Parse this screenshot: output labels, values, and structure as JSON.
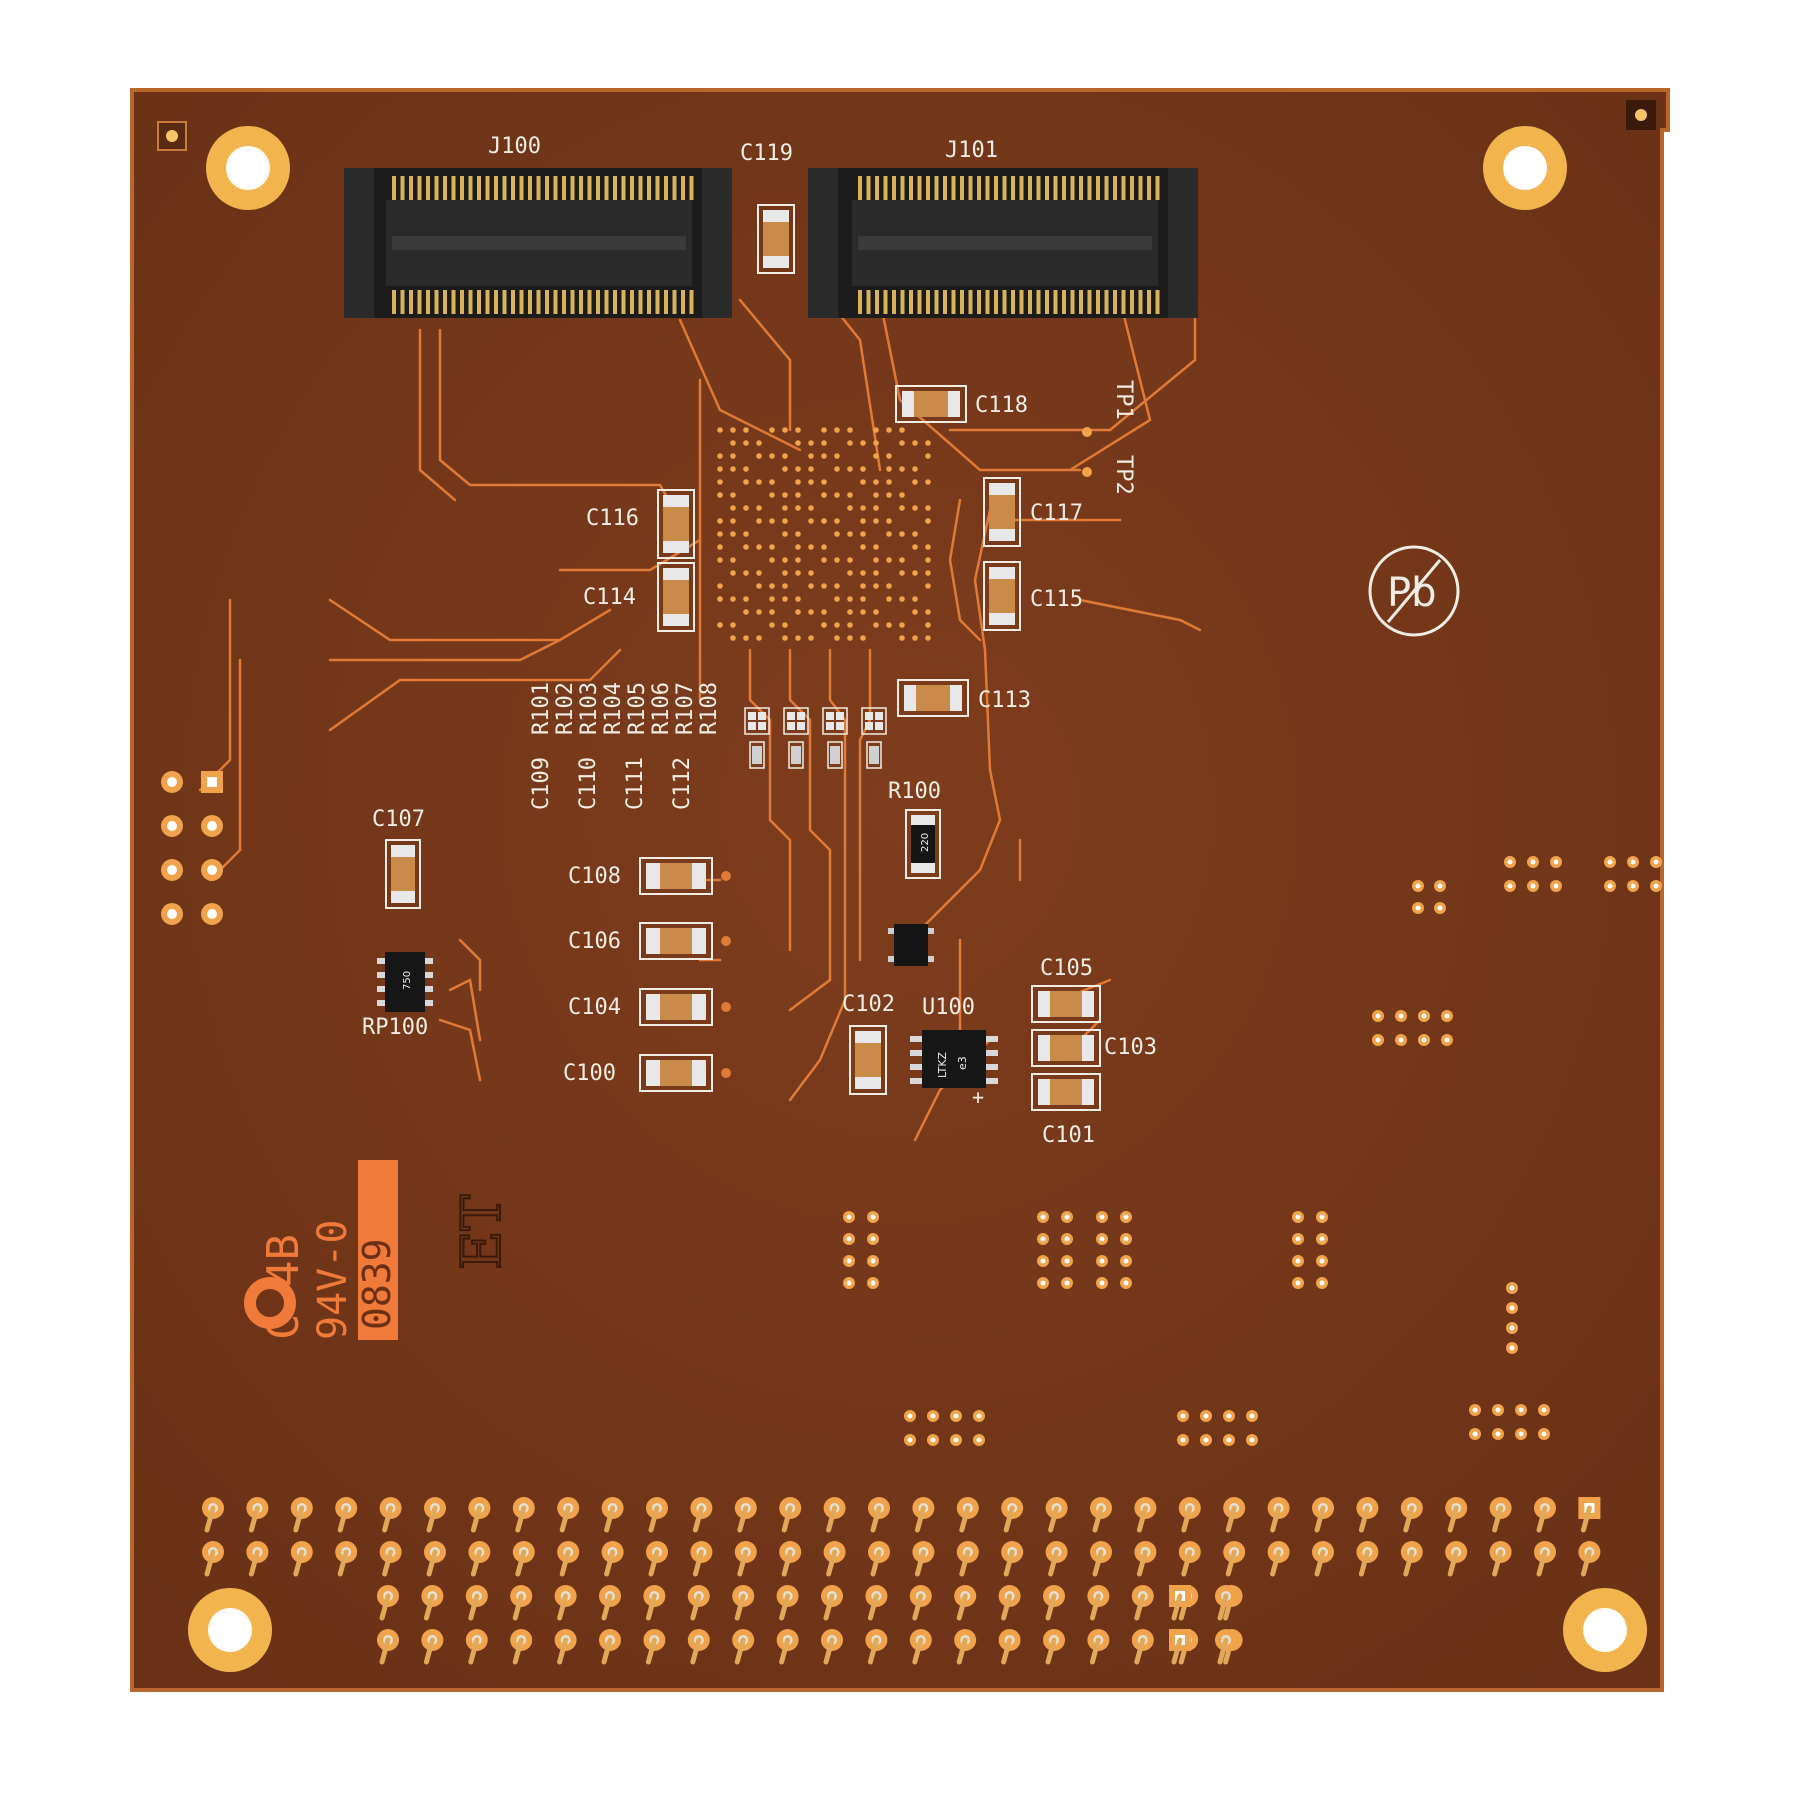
{
  "board": {
    "colors": {
      "background": "#ffffff",
      "substrate": "#7a3a1c",
      "substrate_edge": "#b8662b",
      "trace": "#e07a36",
      "pad": "#f0a34a",
      "silkscreen": "#f2ede4",
      "connector": "#1c1c1c",
      "mount_ring": "#f2b44c",
      "marking": "#f07a3a"
    },
    "connectors": [
      {
        "ref": "J100",
        "label": "J100"
      },
      {
        "ref": "J101",
        "label": "J101"
      }
    ],
    "refdes": {
      "C119": "C119",
      "C118": "C118",
      "TP1": "TP1",
      "TP2": "TP2",
      "C116": "C116",
      "C117": "C117",
      "C114": "C114",
      "C115": "C115",
      "C113": "C113",
      "R100": "R100",
      "C107": "C107",
      "C108": "C108",
      "C106": "C106",
      "C104": "C104",
      "C100": "C100",
      "C102": "C102",
      "U100": "U100",
      "C105": "C105",
      "C103": "C103",
      "C101": "C101",
      "RP100": "RP100"
    },
    "resistor_column": [
      "R101",
      "R102",
      "R103",
      "R104",
      "R105",
      "R106",
      "R107",
      "R108"
    ],
    "capacitor_column": [
      "C109",
      "C110",
      "C111",
      "C112"
    ],
    "part_markings": {
      "r100": "220",
      "rp100": "750",
      "u100_line1": "LTKZ",
      "u100_line2": "e3",
      "u100_pin": "+"
    },
    "lead_free_symbol": "Pb",
    "fab_marking": {
      "line1": "C-4B",
      "line2": "94V-0",
      "date_code": "0839",
      "logo": "ET"
    }
  }
}
